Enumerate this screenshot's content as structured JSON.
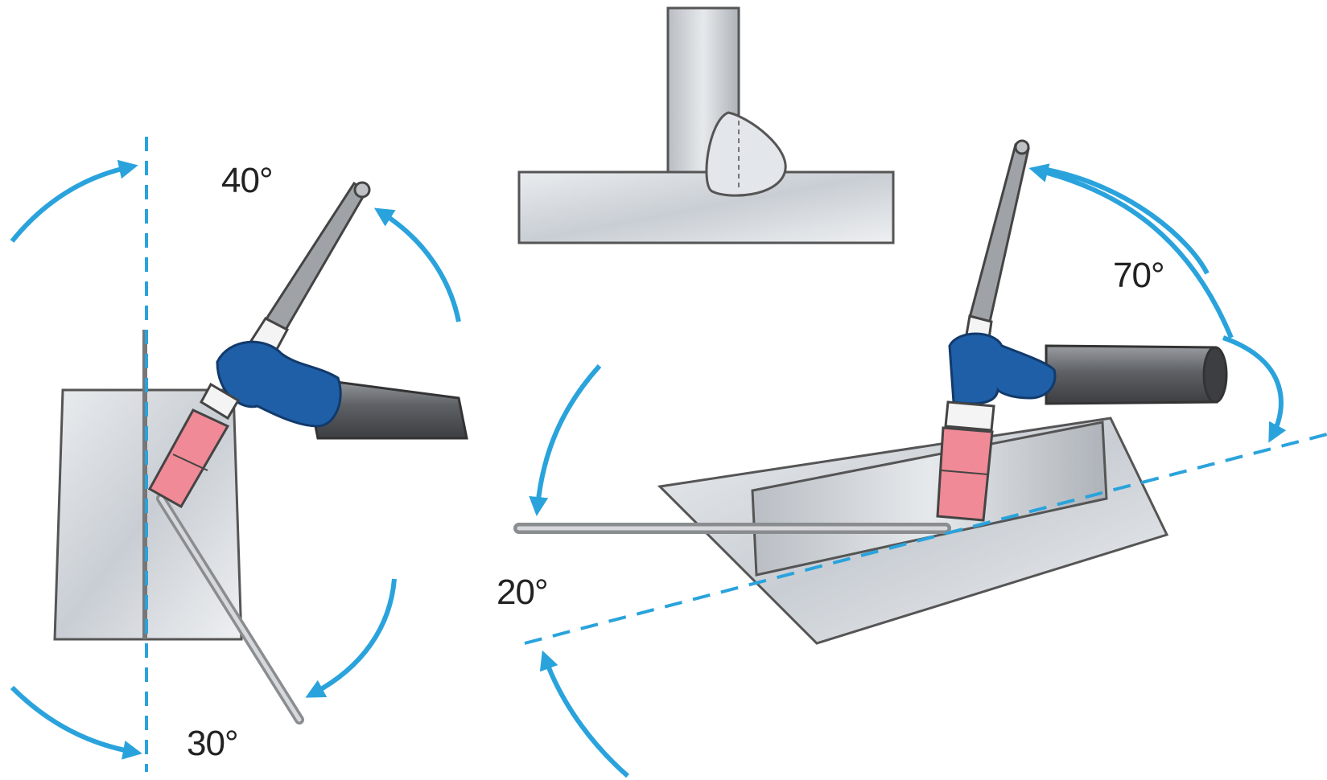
{
  "diagram": {
    "angles": {
      "left_top": "40°",
      "left_bottom": "30°",
      "right_top": "70°",
      "right_bottom": "20°"
    },
    "colors": {
      "arrow": "#2aa3dc",
      "torch_body": "#1e5fa8",
      "nozzle": "#f08a96",
      "metal": "#cfd3d8",
      "handle": "#6e7175"
    },
    "icons": [
      "welding-torch-icon",
      "filler-rod-icon",
      "curved-arrow-icon"
    ]
  }
}
